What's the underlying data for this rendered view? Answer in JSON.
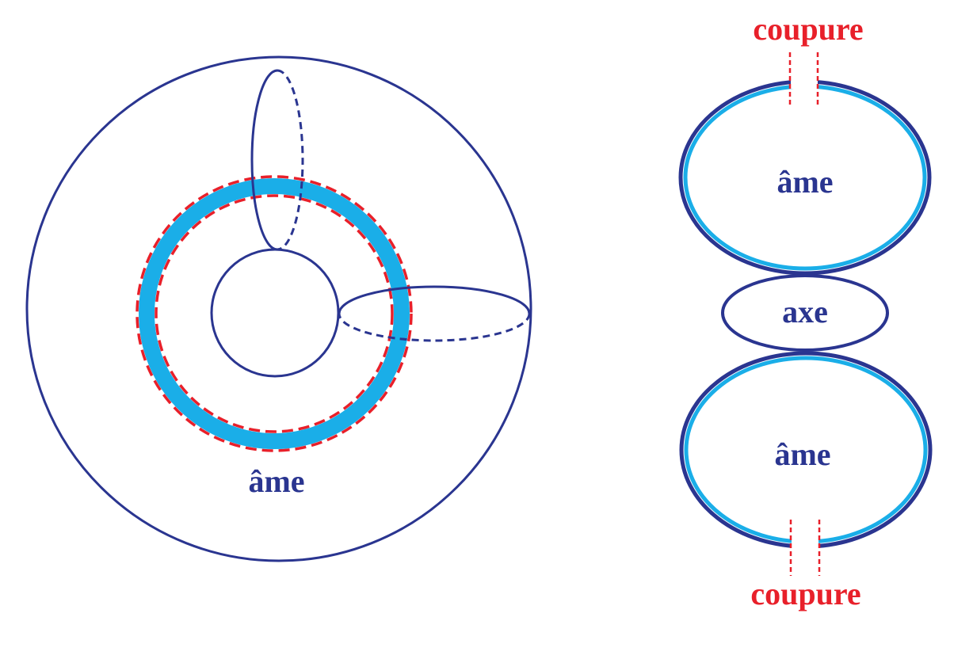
{
  "colors": {
    "outline": "#2a3590",
    "core": "#1aaee8",
    "cut": "#e8202a"
  },
  "labels": {
    "torus_core": "âme",
    "upper_core": "âme",
    "axis": "axe",
    "lower_core": "âme",
    "top_cut": "coupure",
    "bottom_cut": "coupure"
  }
}
